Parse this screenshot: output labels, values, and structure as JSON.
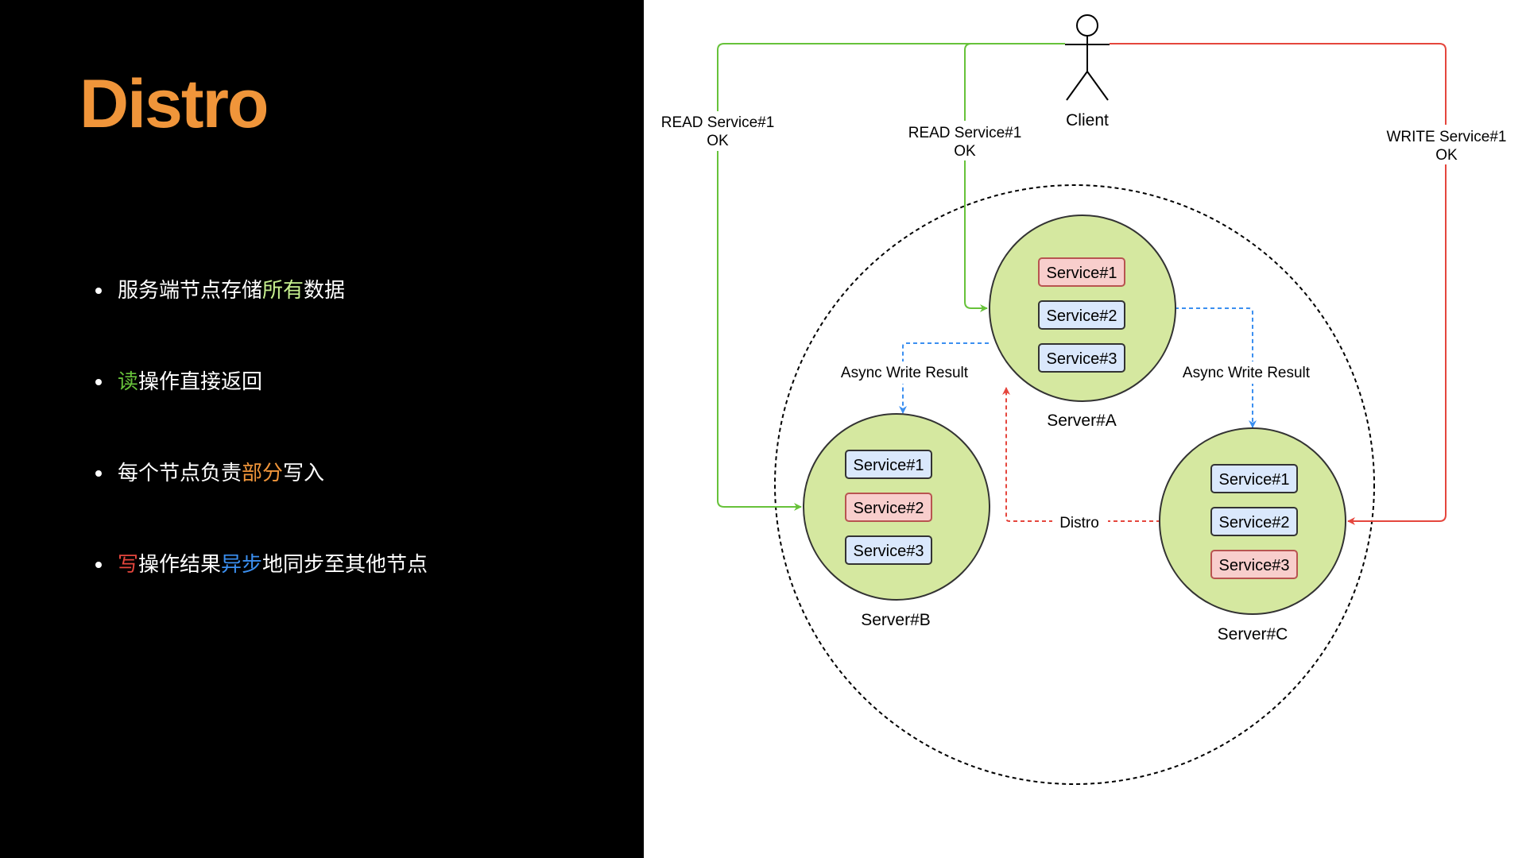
{
  "slide": {
    "title": "Distro",
    "colors": {
      "title": "#f0953a",
      "green": "#67c23a",
      "orange": "#f0953a",
      "red": "#e5463d",
      "blue": "#3b8ff0",
      "node_fill": "#d5e8a0",
      "service_primary_fill": "#f8cecc",
      "service_replica_fill": "#dae8fc"
    },
    "bullets": [
      {
        "pre": "服务端节点存储",
        "highlight": "所有",
        "post": "数据",
        "highlight_color": "#c7f08f"
      },
      {
        "pre": "",
        "highlight": "读",
        "post": "操作直接返回",
        "highlight_color": "#67c23a"
      },
      {
        "pre": "每个节点负责",
        "highlight": "部分",
        "post": "写入",
        "highlight_color": "#f0953a"
      },
      {
        "pre": "",
        "highlight": "写",
        "post": "操作结果",
        "highlight_color": "#e5463d",
        "mid_highlight": "异步",
        "mid_color": "#3b8ff0",
        "tail": "地同步至其他节点"
      }
    ]
  },
  "diagram": {
    "client": {
      "label": "Client",
      "icon": "stick-figure-icon"
    },
    "edges": {
      "read_b_line1": "READ Service#1",
      "read_b_line2": "OK",
      "read_a_line1": "READ Service#1",
      "read_a_line2": "OK",
      "write_c_line1": "WRITE Service#1",
      "write_c_line2": "OK",
      "async_left": "Async Write Result",
      "async_right": "Async Write Result",
      "distro": "Distro"
    },
    "servers": {
      "a": {
        "label": "Server#A",
        "services": [
          "Service#1",
          "Service#2",
          "Service#3"
        ],
        "primary_index": 0
      },
      "b": {
        "label": "Server#B",
        "services": [
          "Service#1",
          "Service#2",
          "Service#3"
        ],
        "primary_index": 1
      },
      "c": {
        "label": "Server#C",
        "services": [
          "Service#1",
          "Service#2",
          "Service#3"
        ],
        "primary_index": 2
      }
    }
  }
}
